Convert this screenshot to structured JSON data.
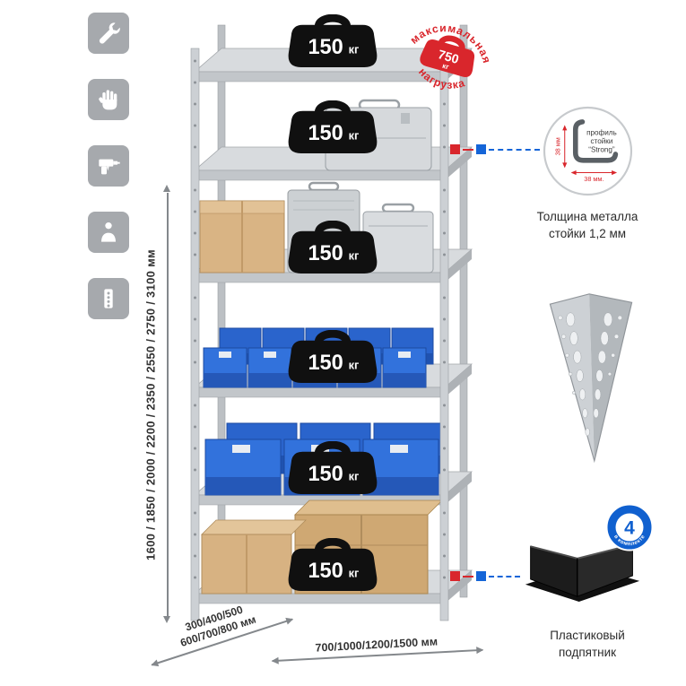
{
  "sidebar": {
    "icons": [
      {
        "name": "wrench-icon"
      },
      {
        "name": "gloves-icon"
      },
      {
        "name": "drill-icon"
      },
      {
        "name": "person-icon"
      },
      {
        "name": "perforated-post-icon"
      }
    ]
  },
  "rack": {
    "shelf_count": 6,
    "shelf_badge": {
      "icon": "kettlebell-weight-icon",
      "value": "150",
      "unit": "кг"
    }
  },
  "stamp": {
    "icon": "kettlebell-weight-icon",
    "arc_top": "максимальная",
    "arc_bottom": "нагрузка",
    "weight_value": "750",
    "weight_unit": "кг"
  },
  "dimensions": {
    "height_label": "1600 / 1850 / 2000 / 2200 / 2350 / 2550 / 2750 / 3100 мм",
    "depth_line1": "300/400/500",
    "depth_line2": "600/700/800 мм",
    "width_label": "700/1000/1200/1500 мм"
  },
  "callout_profile": {
    "label_line1": "профиль",
    "label_line2": "стойки",
    "label_line3": "“Strong”",
    "dim_vertical": "38 мм",
    "dim_horizontal": "38 мм.",
    "caption_line1": "Толщина металла",
    "caption_line2": "стойки 1,2 мм"
  },
  "callout_post": {
    "illustration": "perforated-angle-post"
  },
  "callout_foot": {
    "badge_value": "4",
    "badge_arc_text": "в комплекте",
    "caption_line1": "Пластиковый",
    "caption_line2": "подпятник"
  },
  "colors": {
    "accent_red": "#d9262c",
    "accent_blue": "#1565d8",
    "metal_gray": "#c9cdd1",
    "icon_tile_gray": "#a6a9ad",
    "bin_blue": "#2e6cd6",
    "cardboard_tan": "#d7b282"
  }
}
